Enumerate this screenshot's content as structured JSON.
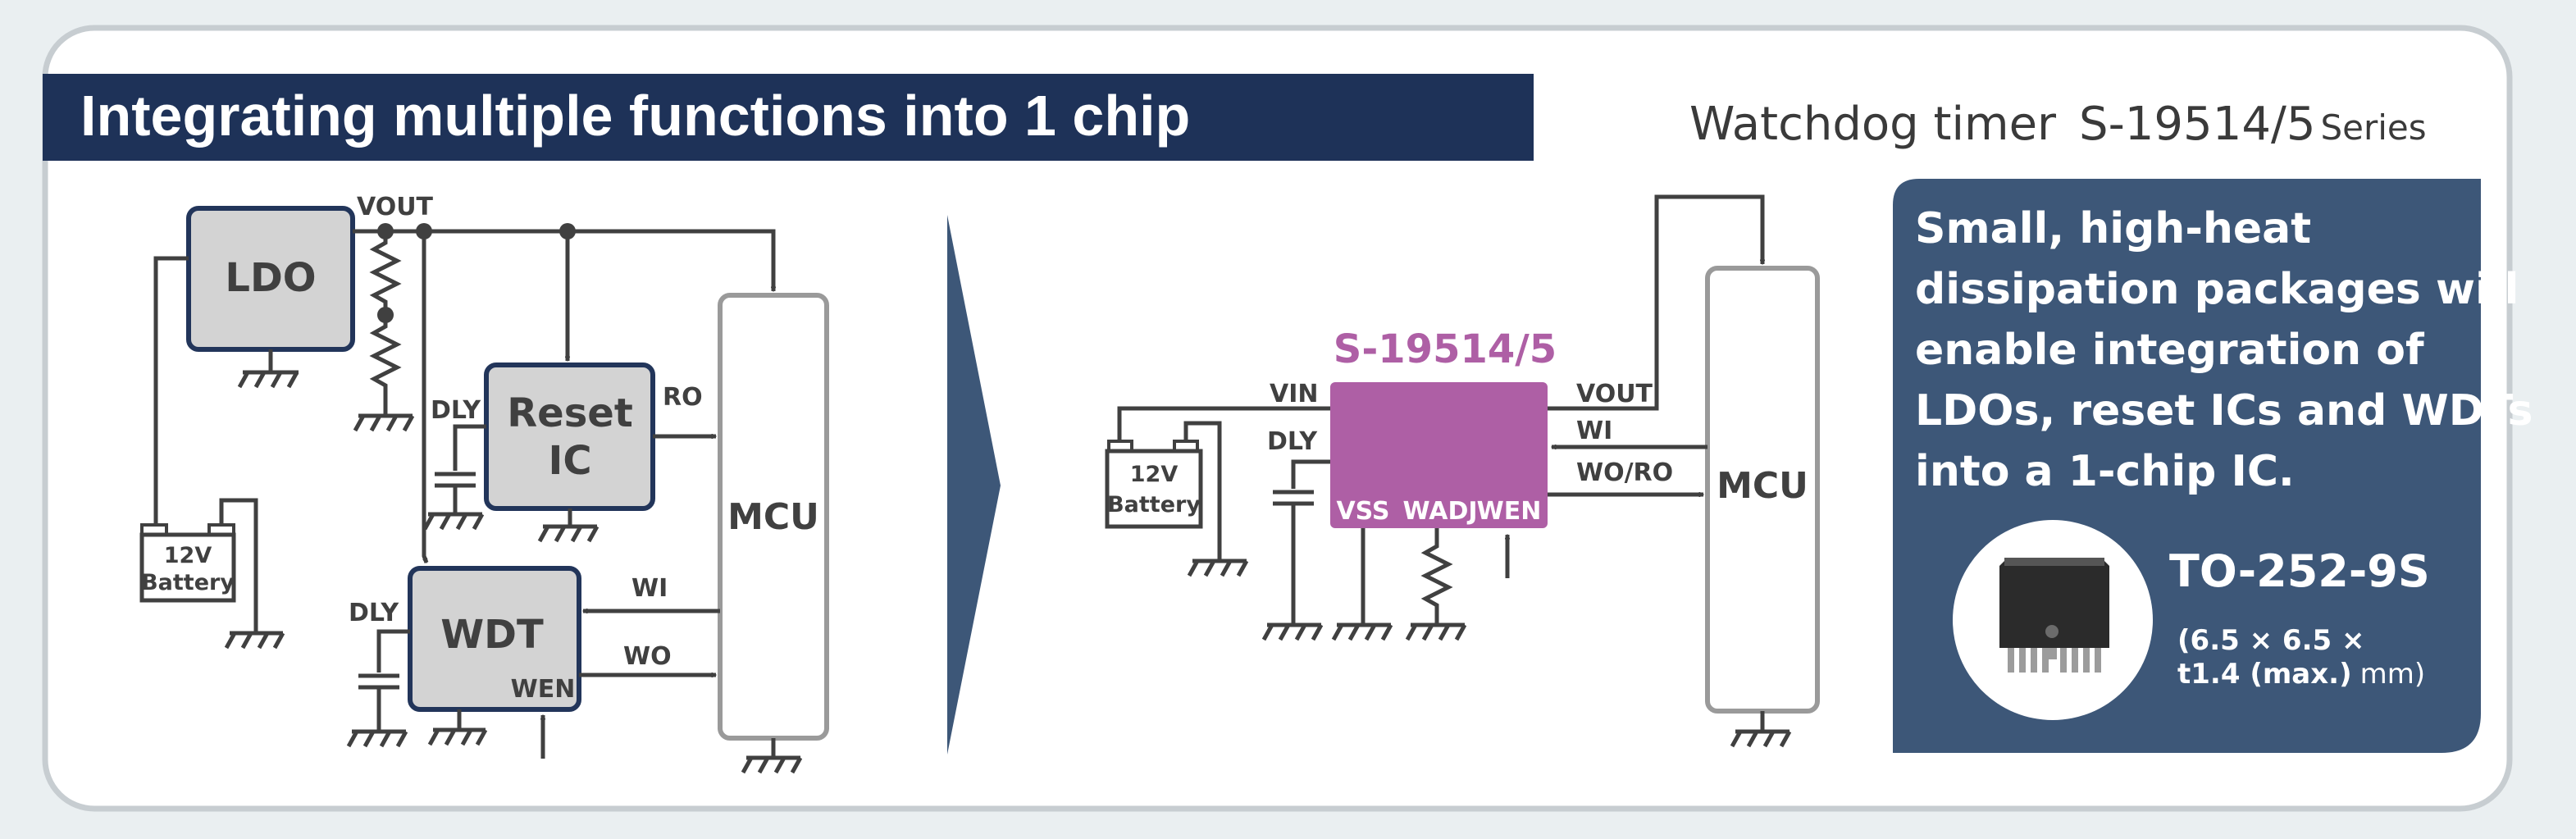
{
  "header": {
    "title": "Integrating multiple functions into 1 chip",
    "product_label": "Watchdog timer",
    "product_number": "S-19514/5",
    "product_suffix": "Series"
  },
  "before_diagram": {
    "ldo": "LDO",
    "reset_ic_line1": "Reset",
    "reset_ic_line2": "IC",
    "wdt": "WDT",
    "wen": "WEN",
    "mcu": "MCU",
    "battery_line1": "12V",
    "battery_line2": "Battery",
    "vout": "VOUT",
    "dly_reset": "DLY",
    "dly_wdt": "DLY",
    "ro": "RO",
    "wi": "WI",
    "wo": "WO"
  },
  "after_diagram": {
    "chip_name": "S-19514/5",
    "vin": "VIN",
    "dly": "DLY",
    "vout": "VOUT",
    "wi": "WI",
    "wo_ro": "WO/RO",
    "vss": "VSS",
    "wadj": "WADJ",
    "wen": "WEN",
    "mcu": "MCU",
    "battery_line1": "12V",
    "battery_line2": "Battery"
  },
  "info_panel": {
    "lines": [
      "Small, high-heat",
      "dissipation packages will",
      "enable integration of",
      "LDOs, reset ICs and WDTs",
      "into a 1-chip IC."
    ],
    "package_name": "TO-252-9S",
    "package_dims_line1": "(6.5 × 6.5 ×",
    "package_dims_line2": "t1.4 (max.)",
    "package_dims_unit": "mm)"
  },
  "colors": {
    "navy": "#1e3258",
    "panel": "#3d5778",
    "chip": "#ae5fa5",
    "block_fill": "#d3d3d3",
    "wire": "#404040"
  }
}
